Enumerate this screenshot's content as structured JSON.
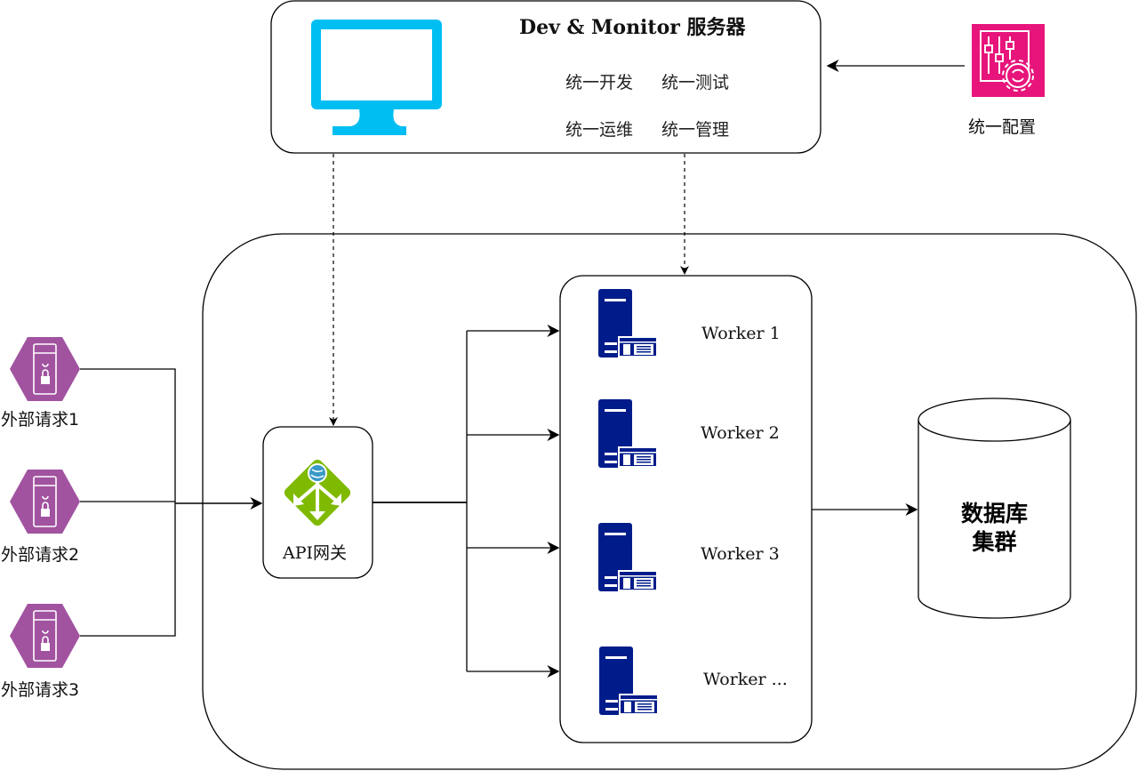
{
  "dev_monitor": {
    "title": "Dev & Monitor 服务器",
    "features": [
      "统一开发",
      "统一测试",
      "统一运维",
      "统一管理"
    ],
    "icon": "monitor-icon",
    "icon_color": "#00BEF2"
  },
  "config": {
    "label": "统一配置",
    "icon": "settings-sliders-gear-icon",
    "icon_color": "#E7157B"
  },
  "clients": [
    {
      "label": "外部请求1",
      "icon": "secure-server-icon"
    },
    {
      "label": "外部请求2",
      "icon": "secure-server-icon"
    },
    {
      "label": "外部请求3",
      "icon": "secure-server-icon"
    }
  ],
  "client_icon_color": "#A153A0",
  "gateway": {
    "label": "API网关",
    "icon": "api-gateway-icon",
    "icon_color": "#7FBA00"
  },
  "workers": [
    {
      "label": "Worker 1",
      "icon": "server-icon"
    },
    {
      "label": "Worker 2",
      "icon": "server-icon"
    },
    {
      "label": "Worker 3",
      "icon": "server-icon"
    },
    {
      "label": "Worker ...",
      "icon": "server-icon"
    }
  ],
  "worker_icon_color": "#001C8A",
  "database": {
    "label_line1": "数据库",
    "label_line2": "集群",
    "shape": "cylinder"
  }
}
